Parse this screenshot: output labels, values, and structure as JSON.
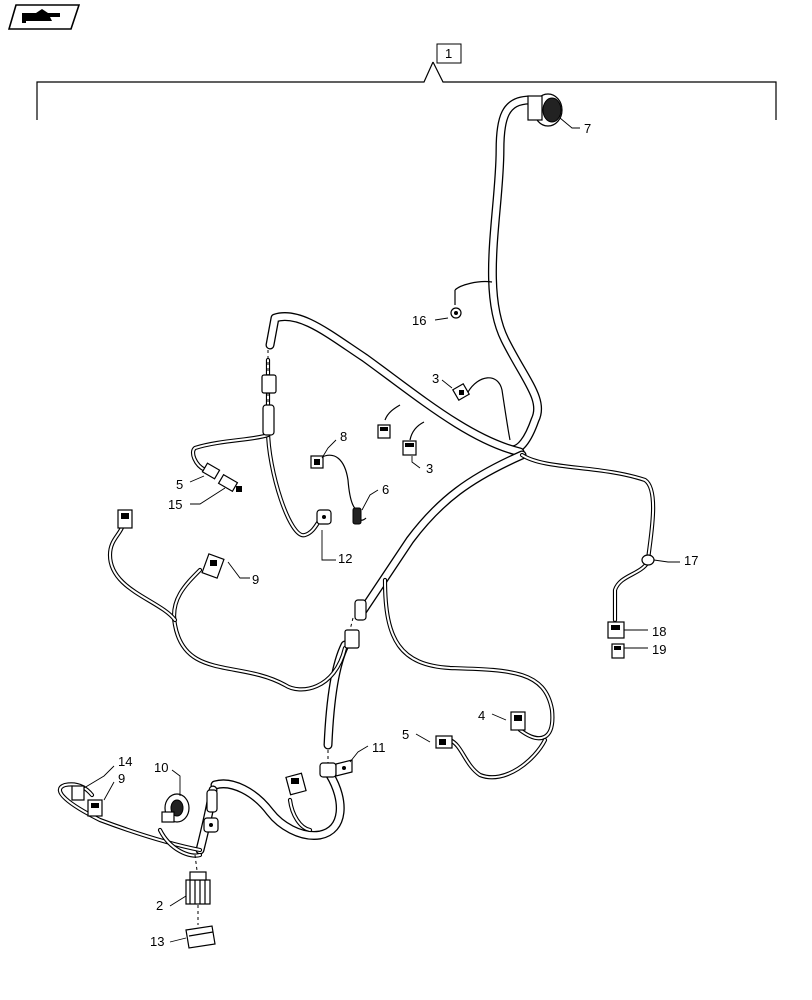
{
  "diagram": {
    "assembly_callout": "1",
    "callouts": {
      "c2": "2",
      "c3a": "3",
      "c3b": "3",
      "c4": "4",
      "c5a": "5",
      "c5b": "5",
      "c6": "6",
      "c7": "7",
      "c8": "8",
      "c9a": "9",
      "c9b": "9",
      "c10": "10",
      "c11": "11",
      "c12": "12",
      "c13": "13",
      "c14": "14",
      "c15": "15",
      "c16": "16",
      "c17": "17",
      "c18": "18",
      "c19": "19"
    },
    "icons": {
      "top_left": "hand-pointing-icon"
    }
  }
}
